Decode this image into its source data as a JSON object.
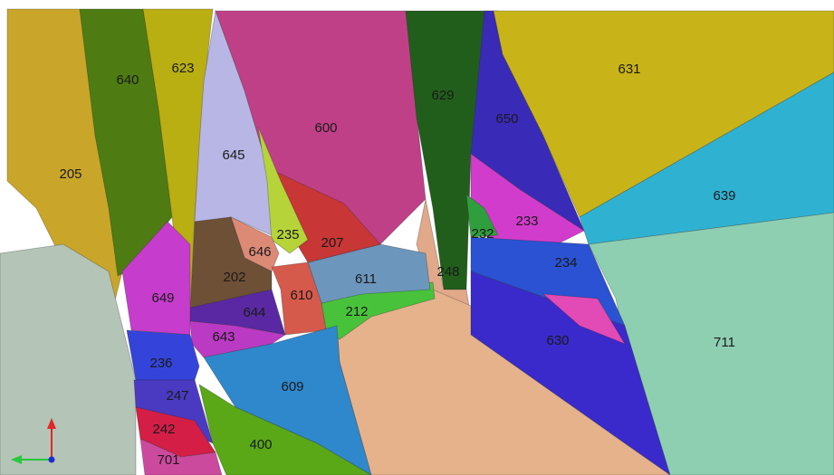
{
  "background": "#ffffff",
  "regions": [
    {
      "id": "205",
      "label": "205",
      "color": "#c9a62a"
    },
    {
      "id": "640",
      "label": "640",
      "color": "#4e7c12"
    },
    {
      "id": "623",
      "label": "623",
      "color": "#b9ae12"
    },
    {
      "id": "645",
      "label": "645",
      "color": "#b8b6e4"
    },
    {
      "id": "600",
      "label": "600",
      "color": "#c04088"
    },
    {
      "id": "629",
      "label": "629",
      "color": "#215e1c"
    },
    {
      "id": "650",
      "label": "650",
      "color": "#3a2ab8"
    },
    {
      "id": "631",
      "label": "631",
      "color": "#c8b418"
    },
    {
      "id": "639",
      "label": "639",
      "color": "#2fb2d2"
    },
    {
      "id": "711",
      "label": "711",
      "color": "#8ecfb2"
    },
    {
      "id": "gray",
      "label": "",
      "color": "#b4c4b6"
    },
    {
      "id": "233",
      "label": "233",
      "color": "#d23ccc"
    },
    {
      "id": "232",
      "label": "232",
      "color": "#2f9e3c"
    },
    {
      "id": "234",
      "label": "234",
      "color": "#2a52d2"
    },
    {
      "id": "630",
      "label": "630",
      "color": "#3a2acb"
    },
    {
      "id": "248",
      "label": "248",
      "color": "#e2a88a"
    },
    {
      "id": "sand",
      "label": "",
      "color": "#e5b28c"
    },
    {
      "id": "212",
      "label": "212",
      "color": "#48c23a"
    },
    {
      "id": "611",
      "label": "611",
      "color": "#6c96bc"
    },
    {
      "id": "207",
      "label": "207",
      "color": "#c83636"
    },
    {
      "id": "235",
      "label": "235",
      "color": "#b6d43a"
    },
    {
      "id": "646",
      "label": "646",
      "color": "#dc8a76"
    },
    {
      "id": "202",
      "label": "202",
      "color": "#6e5036"
    },
    {
      "id": "610",
      "label": "610",
      "color": "#d65a4c"
    },
    {
      "id": "644",
      "label": "644",
      "color": "#5a28a2"
    },
    {
      "id": "649",
      "label": "649",
      "color": "#c63ccc"
    },
    {
      "id": "643",
      "label": "643",
      "color": "#ba3ac4"
    },
    {
      "id": "609",
      "label": "609",
      "color": "#2f88cc"
    },
    {
      "id": "236",
      "label": "236",
      "color": "#3444da"
    },
    {
      "id": "247",
      "label": "247",
      "color": "#4a3ac2"
    },
    {
      "id": "242",
      "label": "242",
      "color": "#d41e46"
    },
    {
      "id": "701",
      "label": "701",
      "color": "#cc4a9e"
    },
    {
      "id": "400",
      "label": "400",
      "color": "#5aa818"
    },
    {
      "id": "pink-strip",
      "label": "",
      "color": "#e24ab6"
    }
  ],
  "axis_triad": {
    "x_color": "#28c83c",
    "y_color": "#e02828",
    "z_color": "#1e2cd2"
  }
}
